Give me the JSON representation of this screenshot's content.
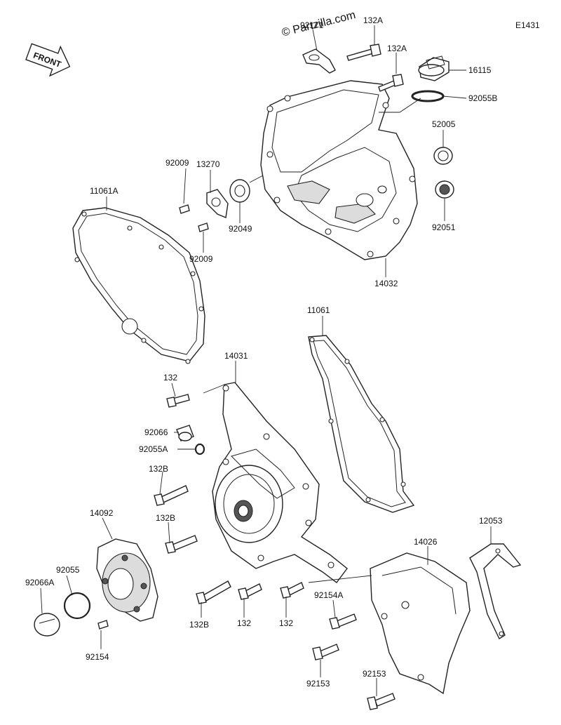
{
  "diagram_code": "E1431",
  "watermark": "© Partzilla.com",
  "front_label": "FRONT",
  "labels": {
    "l92171": "92171",
    "l132A_top": "132A",
    "l132A_mid": "132A",
    "l16115": "16115",
    "l92055B": "92055B",
    "l52005": "52005",
    "l92051": "92051",
    "l14032": "14032",
    "l11061A": "11061A",
    "l92009_a": "92009",
    "l13270": "13270",
    "l92049": "92049",
    "l92009_b": "92009",
    "l11061": "11061",
    "l14031": "14031",
    "l132_a": "132",
    "l92066": "92066",
    "l92055A": "92055A",
    "l132B_a": "132B",
    "l132B_b": "132B",
    "l14092": "14092",
    "l92055": "92055",
    "l92066A": "92066A",
    "l92154": "92154",
    "l132B_c": "132B",
    "l132_b": "132",
    "l132_c": "132",
    "l92154A": "92154A",
    "l14026": "14026",
    "l12053": "12053",
    "l92153_a": "92153",
    "l92153_b": "92153"
  }
}
